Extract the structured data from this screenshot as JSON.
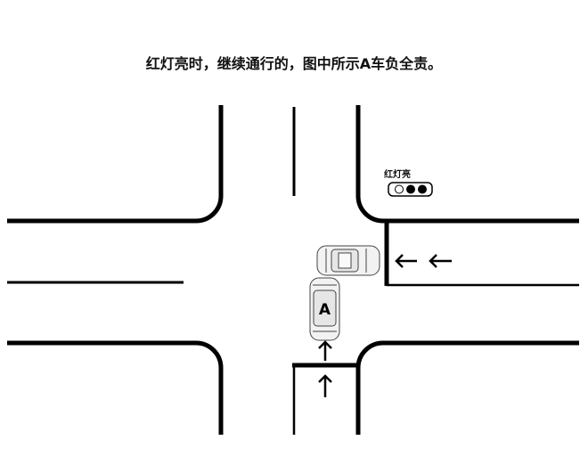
{
  "title": "红灯亮时，继续通行的，图中所示A车负全责。",
  "traffic_light": {
    "label": "红灯亮",
    "state": "red",
    "lamps": [
      "off",
      "on",
      "on"
    ]
  },
  "car_a": {
    "label": "A"
  }
}
